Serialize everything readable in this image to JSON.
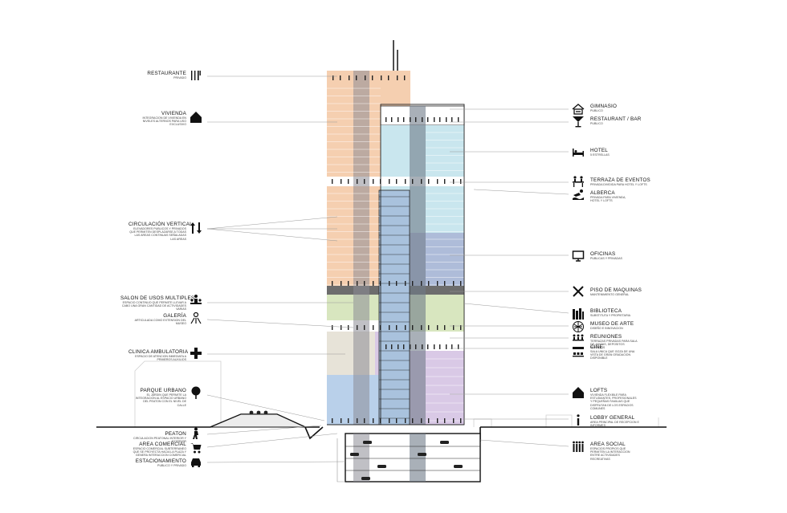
{
  "left_labels": [
    {
      "id": "restaurante",
      "title": "RESTAURANTE",
      "desc": "PRIVADO",
      "icon": "cutlery-icon"
    },
    {
      "id": "vivienda",
      "title": "VIVIENDA",
      "desc": "INTEGRACION DE VIVIENDA EN NIVELES ALTERNOS PARA USO EXCLUSIVO",
      "icon": "house-icon"
    },
    {
      "id": "circulacion",
      "title": "CIRCULACIÓN VERTICAL",
      "desc": "ELEVADORES PUBLICOS Y PRIVADOS QUE PERMITEN DESPLAZARSE A TODAS LAS AREAS CONTINUAS SEÑALADAS LAS AREAS",
      "icon": "up-down-arrows-icon"
    },
    {
      "id": "salon",
      "title": "SALON DE USOS MULTIPLES",
      "desc": "ESPACIO CONTINUO QUE PERMITE LLEVAR A CABO UNA GRAN CANTIDAD DE ACTIVIDADES VARIAS",
      "icon": "gathering-icon"
    },
    {
      "id": "galeria",
      "title": "GALERÍA",
      "desc": "ARTICULADA COMO EXTENSION DEL MUSEO",
      "icon": "gallery-icon"
    },
    {
      "id": "clinica",
      "title": "CLINICA AMBULATORIA",
      "desc": "ESPACIO DE ATENCION INMEDIATA A PRIMEROS AUXILIOS",
      "icon": "medical-cross-icon"
    },
    {
      "id": "parque",
      "title": "PARQUE URBANO",
      "desc": "EL JARDIN QUE PERMITE LA INTEGRACION AL ESPACIO URBANO DEL PEATON CON EL NIVEL DE CALLE",
      "icon": "tree-icon"
    },
    {
      "id": "peaton",
      "title": "PEATON",
      "desc": "CIRCULACION PEATONAL INTERIOR Y EXTERIOR",
      "icon": "pedestrian-icon"
    },
    {
      "id": "comercial",
      "title": "AREA COMERCIAL",
      "desc": "ESPACIO COMERCIAL SUBTERRANEO QUE SE PROYECTA HACIA LA PLAZA Y GENERA INTERACCION COMERCIAL",
      "icon": "shopping-cart-icon"
    },
    {
      "id": "estacionamiento",
      "title": "ESTACIONAMIENTO",
      "desc": "PUBLICO Y PRIVADO",
      "icon": "car-icon"
    }
  ],
  "right_labels": [
    {
      "id": "gimnasio",
      "title": "GIMNASIO",
      "desc": "PUBLICO",
      "icon": "gym-icon"
    },
    {
      "id": "restbar",
      "title": "RESTAURANT / BAR",
      "desc": "PUBLICO",
      "icon": "cocktail-icon"
    },
    {
      "id": "hotel",
      "title": "HOTEL",
      "desc": "5 ESTRELLAS",
      "icon": "bed-icon"
    },
    {
      "id": "terraza",
      "title": "TERRAZA DE EVENTOS",
      "desc": "PRIVADA DIVIDIDA PARA HOTEL Y LOFTS",
      "icon": "banquet-icon"
    },
    {
      "id": "alberca",
      "title": "ALBERCA",
      "desc": "PRIVADA PARA VIVIENDA, HOTEL Y LOFTS",
      "icon": "swimmer-icon"
    },
    {
      "id": "oficinas",
      "title": "OFICINAS",
      "desc": "PUBLICAS Y PRIVADAS",
      "icon": "monitor-icon"
    },
    {
      "id": "maquinas",
      "title": "PISO DE MAQUINAS",
      "desc": "MANTENIMIENTO GENERAL",
      "icon": "tools-icon"
    },
    {
      "id": "biblioteca",
      "title": "BIBLIOTECA",
      "desc": "SUBSTITUTA Y PROPIETARIA",
      "icon": "books-icon"
    },
    {
      "id": "museo",
      "title": "MUSEO DE ARTE",
      "desc": "DISEÑO E INNOVACION",
      "icon": "art-icon"
    },
    {
      "id": "reuniones",
      "title": "REUNIONES",
      "desc": "TERRAZAS PRIVADAS PARA SALA DE JUNTAS, DEPOSITOS PRIVADOS",
      "icon": "meeting-icon"
    },
    {
      "id": "cine",
      "title": "CINE",
      "desc": "SALA UNICA QUE GOZA DE UNA VISTA DE GRAN GRADACION DISPONIBLE",
      "icon": "cinema-icon"
    },
    {
      "id": "lofts",
      "title": "LOFTS",
      "desc": "VIVIENDA FLEXIBLE PARA ESTUDIANTES, PROFESIONALES Y PEQUEÑAS FAMILIAS QUE DISFRUTAN DE LOS ESPACIOS COMUNES",
      "icon": "loft-house-icon"
    },
    {
      "id": "lobby",
      "title": "LOBBY GENERAL",
      "desc": "AREA PRINCIPAL DE RECEPCION E INFORMES",
      "icon": "info-icon"
    },
    {
      "id": "social",
      "title": "AREA SOCIAL",
      "desc": "ESPACIOS PROPIOS QUE PERMITEN LA INTERACCION ENTRE ACTIVIDADES RECREATIVAS",
      "icon": "crowd-icon"
    }
  ],
  "colors": {
    "vivienda": "#f5cfb0",
    "hotel": "#c9e6ee",
    "oficinas": "#aebcd9",
    "maquinas": "#6d6d6d",
    "biblioteca": "#d8e6bf",
    "clinica": "#e7e3d8",
    "lofts": "#d9c9e6",
    "base": "#b9d0ea",
    "core": "#7f8c99",
    "stair": "#a9c2dd",
    "line": "#222222"
  }
}
